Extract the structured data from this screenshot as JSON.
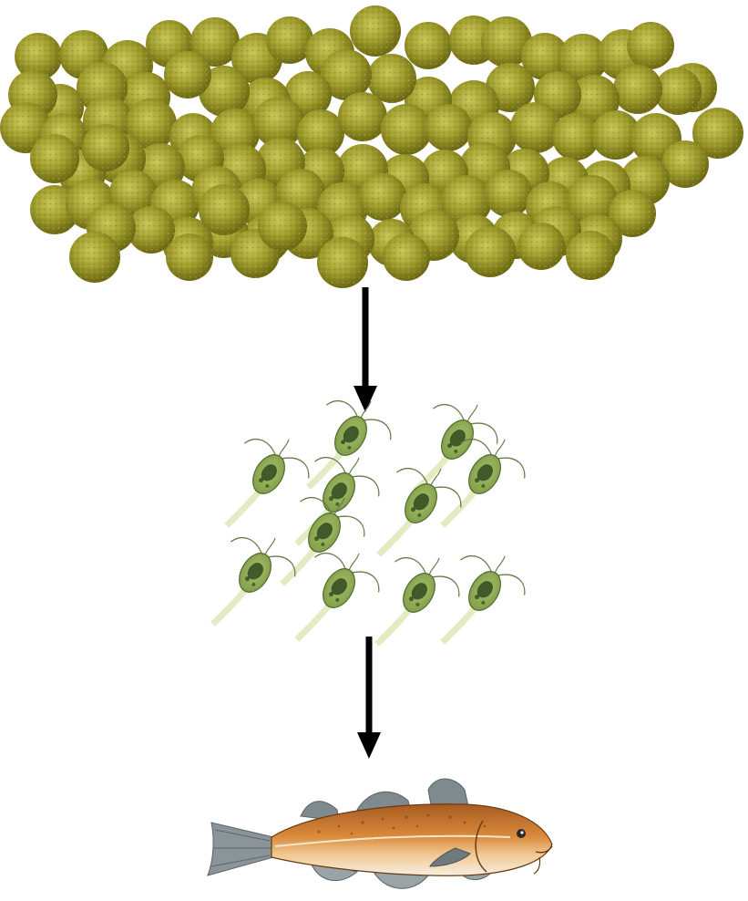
{
  "diagram": {
    "type": "food-chain",
    "levels": [
      {
        "id": "phytoplankton",
        "icon": "phytoplankton-cluster-icon",
        "color": "#9a9a2a"
      },
      {
        "id": "zooplankton",
        "icon": "copepod-icon",
        "color": "#5f7d3a"
      },
      {
        "id": "fish",
        "icon": "cod-fish-icon",
        "color": "#c9792e"
      }
    ],
    "arrows": [
      {
        "from": "phytoplankton",
        "to": "zooplankton"
      },
      {
        "from": "zooplankton",
        "to": "fish"
      }
    ]
  }
}
